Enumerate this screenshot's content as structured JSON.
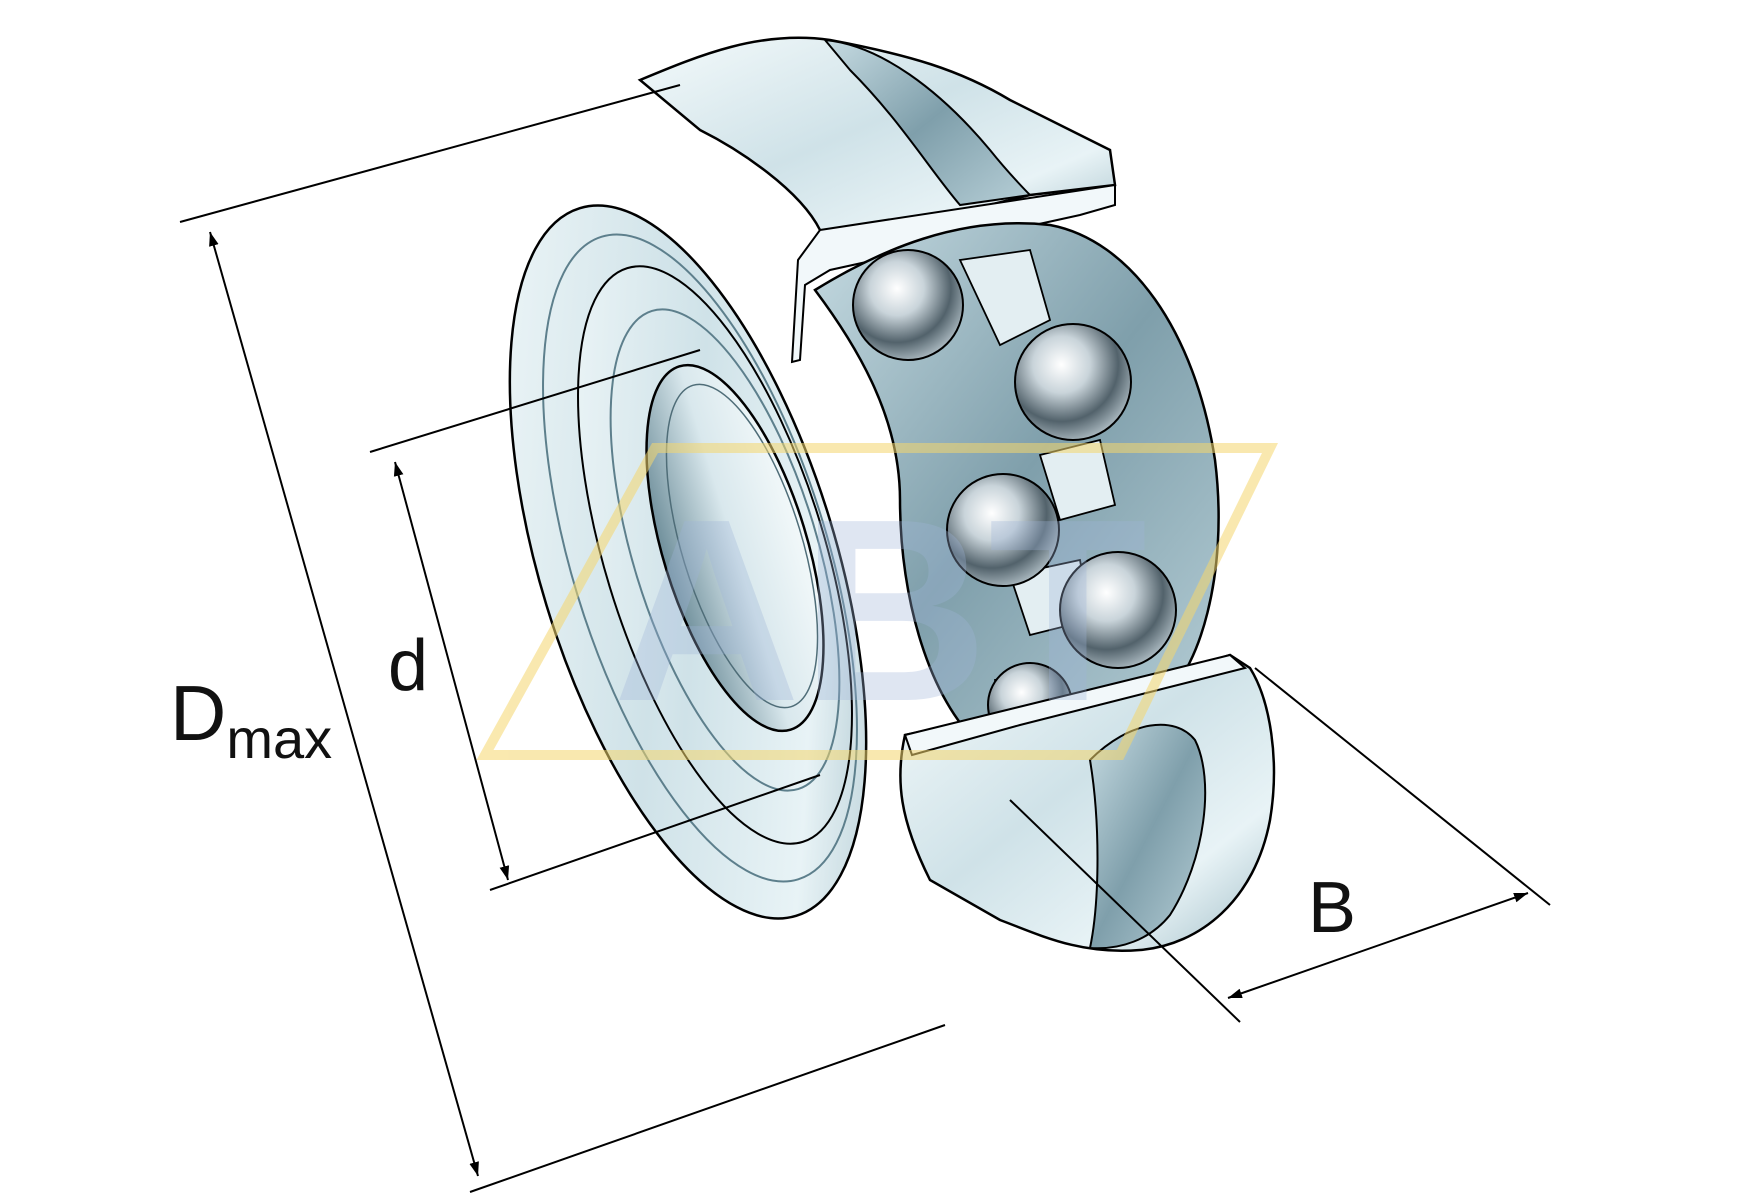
{
  "labels": {
    "outer_diameter_main": "D",
    "outer_diameter_sub": "max",
    "bore_diameter": "d",
    "width": "B"
  },
  "watermark": {
    "text": "ABT",
    "outline_color": "#f5d76e",
    "fill_color": "#9fb4d8"
  },
  "colors": {
    "line": "#000000",
    "steel_light": "#eef6f8",
    "steel_mid": "#b9d3db",
    "steel_dark": "#5d7f8c"
  }
}
